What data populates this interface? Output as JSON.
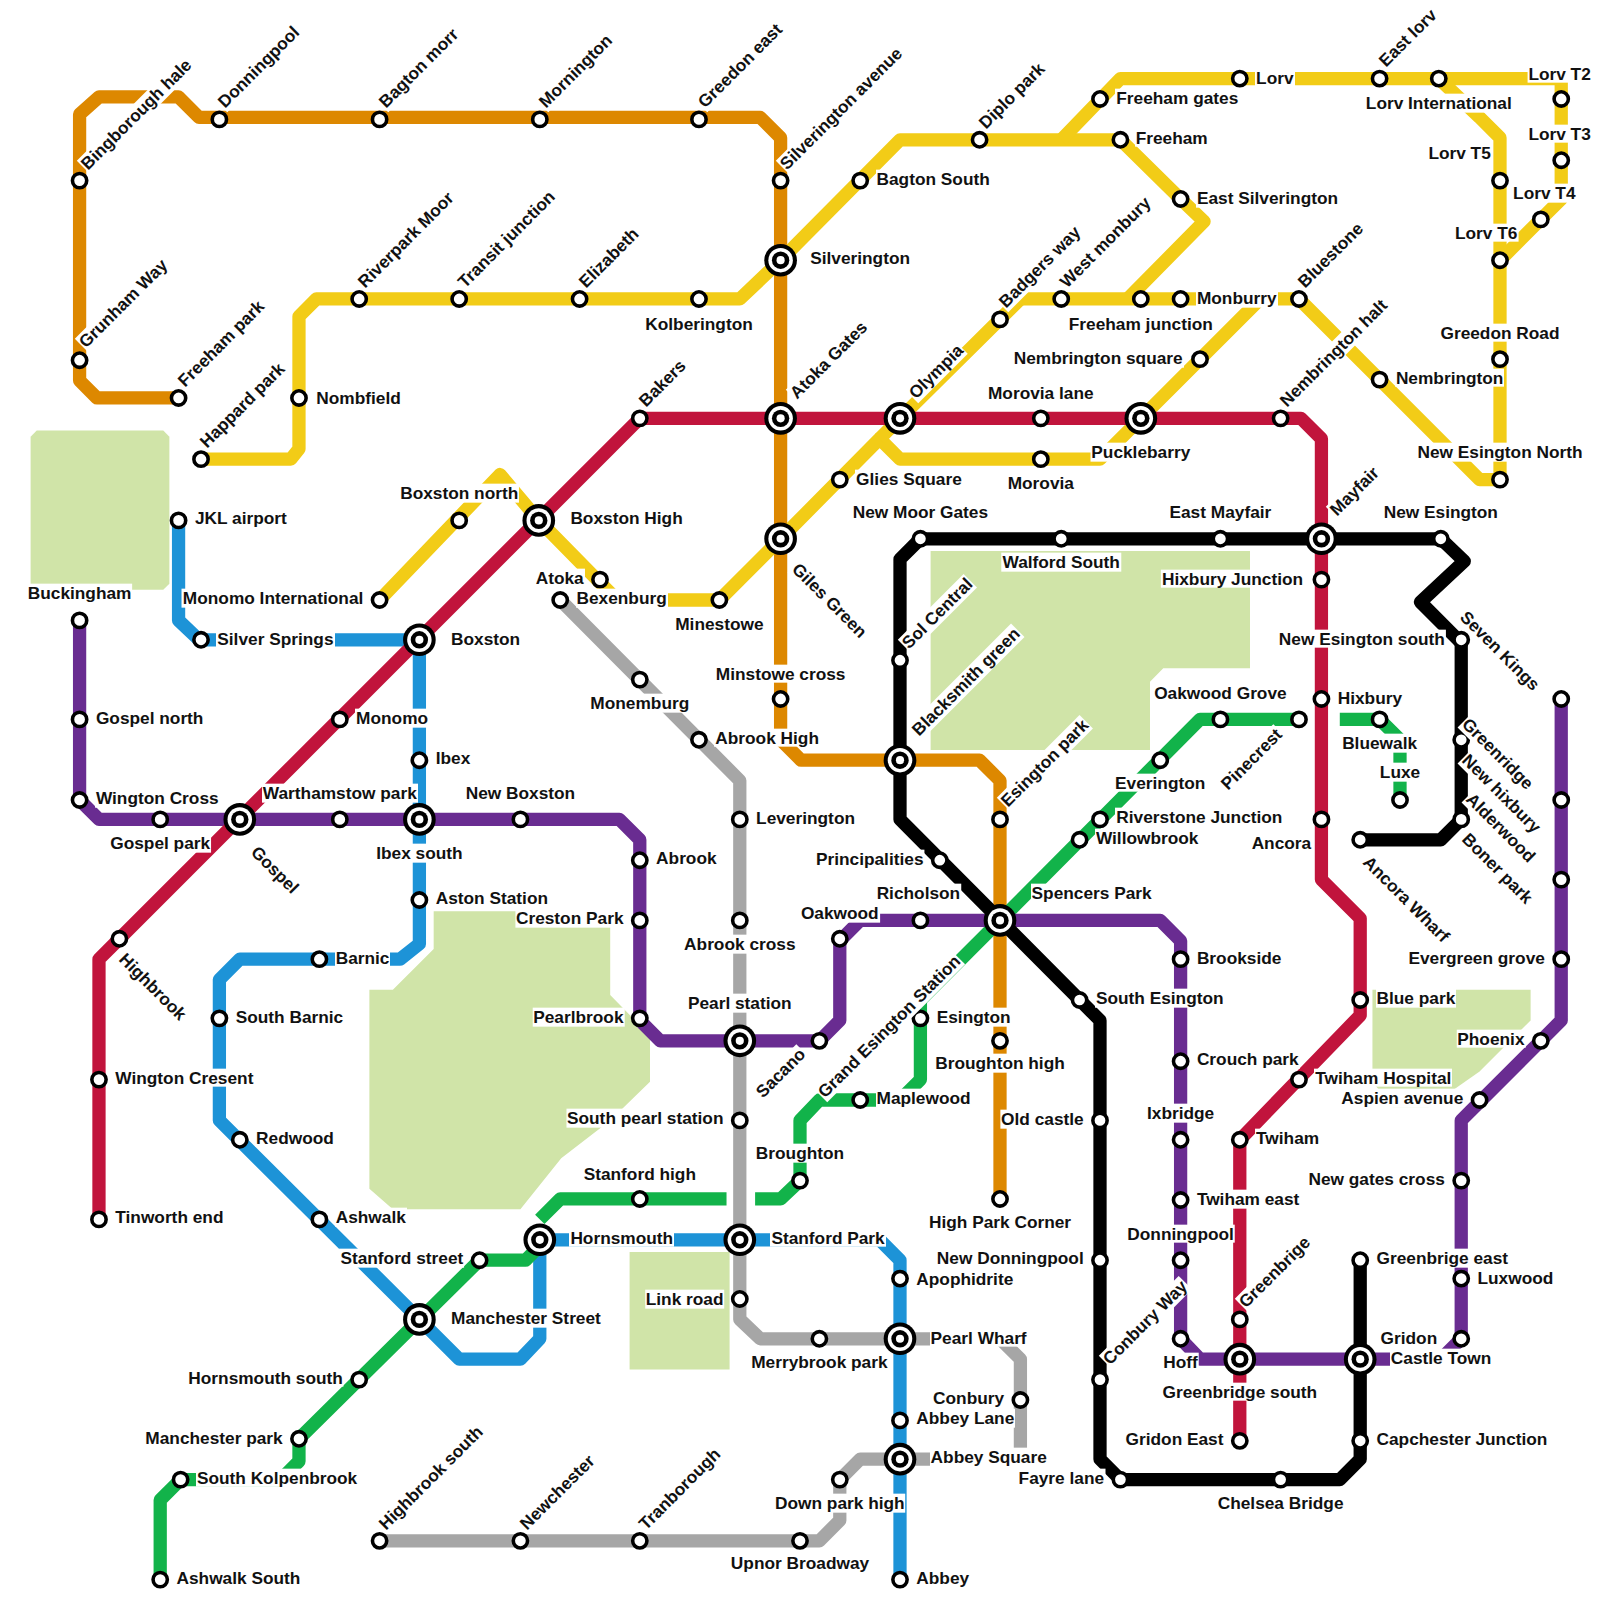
{
  "diagram": {
    "labels": [
      "Bingborough hale",
      "Donningpool",
      "Bagton morr",
      "Mornington",
      "Greedon east",
      "Silverington avenue",
      "Grunham Way",
      "Freeham park",
      "Happard park",
      "Nombfield",
      "Riverpark Moor",
      "Transit junction",
      "Elizabeth",
      "Kolberington",
      "Silverington",
      "Bagton South",
      "Diplo park",
      "Freeham gates",
      "Freeham",
      "Lorv",
      "East lorv",
      "Lorv International",
      "Lorv T2",
      "Lorv T3",
      "Lorv T5",
      "Lorv T4",
      "Lorv T6",
      "Greedon Road",
      "Nembrington",
      "New Esington North",
      "East Silverington",
      "Badgers way",
      "West monbury",
      "Freeham junction",
      "Monburry",
      "Bluestone",
      "Nembrington square",
      "Pucklebarry",
      "Morovia lane",
      "Morovia",
      "Olympia",
      "Glies Square",
      "Minestowe",
      "Bexenburg",
      "Atoka",
      "Boxston north",
      "Monomo International",
      "Boxston High",
      "Bakers",
      "Atoka Gates",
      "Nembrington halt",
      "Mayfair",
      "Hixbury Junction",
      "Hixbury",
      "Ancora",
      "Blue park",
      "Twiham Hospital",
      "Twiham",
      "Greenbrige",
      "Greenbridge south",
      "Gridon East",
      "Tinworth end",
      "Wington Cresent",
      "Highbrook",
      "Monomo",
      "Boxston",
      "JKL airport",
      "Silver Springs",
      "Ibex",
      "Ibex south",
      "Aston Station",
      "Barnic",
      "South Barnic",
      "Redwood",
      "Ashwalk",
      "Manchester Street",
      "Hornsmouth",
      "Stanford Park",
      "Apophidrite",
      "Pearl Wharf",
      "Abbey Lane",
      "Abbey Square",
      "Abbey",
      "Ashwalk South",
      "South Kolpenbrook",
      "Manchester park",
      "Hornsmouth south",
      "Stanford street",
      "Stanford high",
      "Broughton",
      "Maplewood",
      "Grand Esington Station",
      "Esington",
      "Spencers Park",
      "Willowbrook",
      "Riverstone Junction",
      "Everington",
      "Pinecrest",
      "Oakwood Grove",
      "Bluewalk",
      "Luxe",
      "Buckingham",
      "Gospel north",
      "Wington Cross",
      "Gospel park",
      "Gospel",
      "Warthamstow park",
      "New Boxston",
      "Abrook",
      "Creston Park",
      "Pearlbrook",
      "Pearl station",
      "Sacano",
      "Oakwood",
      "Richolson",
      "Brookside",
      "Crouch park",
      "Ixbridge",
      "Twiham east",
      "Donningpool",
      "Conbury Way",
      "Hoff",
      "Gridon",
      "Castle Town",
      "Luxwood",
      "New gates cross",
      "Aspien avenue",
      "Phoenix",
      "Evergreen grove",
      "New hixbury",
      "Greenridge",
      "Seven Kings",
      "Alderwood",
      "Boner park",
      "New Moor Gates",
      "Walford South",
      "East Mayfair",
      "New Esington",
      "New Esington south",
      "Ancora Wharf",
      "Sol Central",
      "Blacksmith green",
      "Principalities",
      "South Esington",
      "Old castle",
      "New Donningpool",
      "Conbury",
      "Fayre lane",
      "Chelsea Bridge",
      "Capchester Junction",
      "Greenbrige east",
      "Monemburg",
      "Abrook High",
      "Leverington",
      "Abrook cross",
      "South pearl station",
      "Link road",
      "Merrybrook park",
      "Down park high",
      "Upnor Broadway",
      "Tranborough",
      "Newchester",
      "Highbrook south",
      "Giles Green",
      "Minstowe cross",
      "Esington park",
      "Broughton high",
      "High Park Corner"
    ]
  }
}
